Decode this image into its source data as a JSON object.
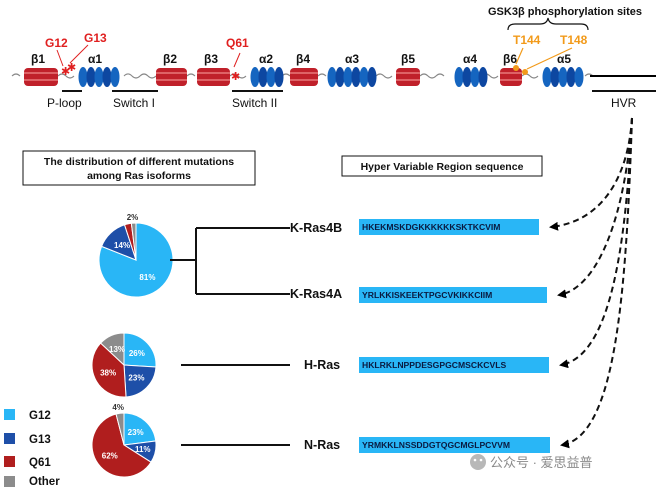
{
  "gsk_title": "GSK3β phosphorylation sites",
  "structure": {
    "strands": [
      "β1",
      "β2",
      "β3",
      "β4",
      "β5",
      "β6"
    ],
    "helices": [
      "α1",
      "α2",
      "α3",
      "α4",
      "α5"
    ],
    "mutations": [
      "G12",
      "G13",
      "Q61"
    ],
    "phospho": [
      "T144",
      "T148"
    ],
    "regions": [
      "P-loop",
      "Switch I",
      "Switch II",
      "HVR"
    ]
  },
  "boxes": {
    "left": [
      "The distribution of different mutations",
      "among Ras isoforms"
    ],
    "right": "Hyper Variable Region sequence"
  },
  "isoforms": [
    {
      "name": "K-Ras4B",
      "sequence": "HKEKMSKDGKKKKKKSKTKCVIM"
    },
    {
      "name": "K-Ras4A",
      "sequence": "YRLKKISKEEKTPGCVKIKKCIIM"
    },
    {
      "name": "H-Ras",
      "sequence": "HKLRKLNPPDESGPGCMSCKCVLS"
    },
    {
      "name": "N-Ras",
      "sequence": "YRMKKLNSSDDGTQGCMGLPCVVM"
    }
  ],
  "pies": [
    {
      "isoform": "K-Ras",
      "slices": [
        {
          "key": "G12",
          "value": 81,
          "label": "81%"
        },
        {
          "key": "G13",
          "value": 14,
          "label": "14%"
        },
        {
          "key": "Q61",
          "value": 3,
          "label": ""
        },
        {
          "key": "Other",
          "value": 2,
          "label": "2%"
        }
      ]
    },
    {
      "isoform": "H-Ras",
      "slices": [
        {
          "key": "G12",
          "value": 26,
          "label": "26%"
        },
        {
          "key": "G13",
          "value": 23,
          "label": "23%"
        },
        {
          "key": "Q61",
          "value": 38,
          "label": "38%"
        },
        {
          "key": "Other",
          "value": 13,
          "label": "13%"
        }
      ]
    },
    {
      "isoform": "N-Ras",
      "slices": [
        {
          "key": "G12",
          "value": 23,
          "label": "23%"
        },
        {
          "key": "G13",
          "value": 11,
          "label": "11%"
        },
        {
          "key": "Q61",
          "value": 62,
          "label": "62%"
        },
        {
          "key": "Other",
          "value": 4,
          "label": "4%"
        }
      ]
    }
  ],
  "legend": [
    {
      "key": "G12",
      "label": "G12",
      "color": "#29b6f6"
    },
    {
      "key": "G13",
      "label": "G13",
      "color": "#1e4fa8"
    },
    {
      "key": "Q61",
      "label": "Q61",
      "color": "#b01e1e"
    },
    {
      "key": "Other",
      "label": "Other",
      "color": "#8c8c8c"
    }
  ],
  "colors": {
    "strand": "#c0202a",
    "helix": "#1565c0",
    "mutation": "#e02020",
    "phospho": "#f29a1a",
    "seq_bg": "#29b6f6"
  },
  "watermark": "公众号 · 爱思益普"
}
